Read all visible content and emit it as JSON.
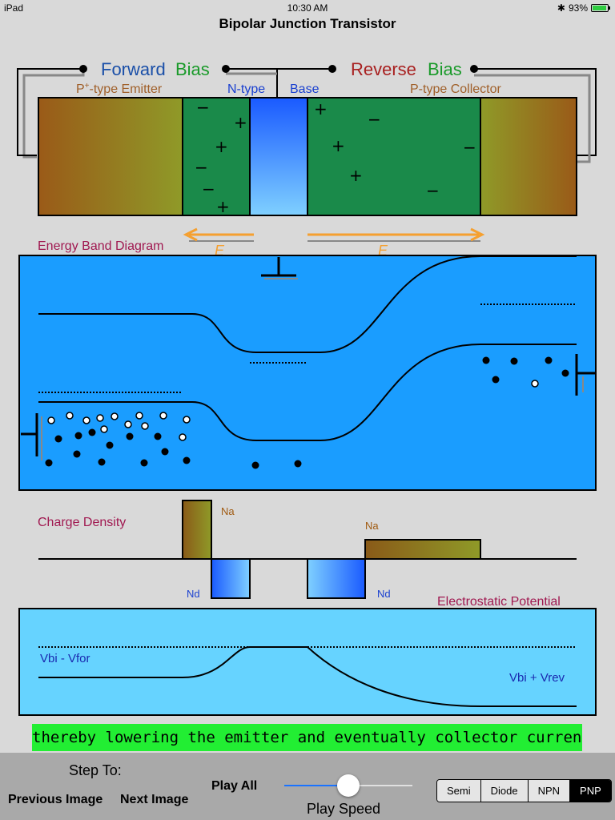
{
  "status": {
    "device": "iPad",
    "time": "10:30 AM",
    "battery": "93%",
    "battery_fraction": 0.93
  },
  "title": "Bipolar Junction Transistor",
  "bias": {
    "forward_word1": "Forward",
    "forward_word2": "Bias",
    "reverse_word1": "Reverse",
    "reverse_word2": "Bias"
  },
  "regions": {
    "emitter_prefix": "P",
    "emitter_sup": "+",
    "emitter_rest": "-type Emitter",
    "ntype": "N-type",
    "base": "Base",
    "collector": "P-type Collector"
  },
  "field_symbol": "E",
  "energy_band_label": "Energy Band Diagram",
  "charge_density": {
    "label": "Charge Density",
    "na": "Na",
    "nd": "Nd"
  },
  "potential": {
    "label": "Electrostatic Potential",
    "left": "Vbi - Vfor",
    "right": "Vbi + Vrev"
  },
  "caption": "thereby lowering the emitter and eventually collector current",
  "toolbar": {
    "step_to": "Step To:",
    "previous": "Previous Image",
    "next": "Next Image",
    "play_all": "Play All",
    "play_speed": "Play Speed",
    "speed_value": 0.5
  },
  "modes": {
    "items": [
      "Semi",
      "Diode",
      "NPN",
      "PNP"
    ],
    "selected": "PNP"
  },
  "colors": {
    "emitter": "#9a6a1a",
    "depletion": "#1a8a4a",
    "base": "#2a7aff",
    "band_bg": "#1a9dff",
    "potential_bg": "#66d3ff",
    "caption_bg": "#22ee33"
  }
}
